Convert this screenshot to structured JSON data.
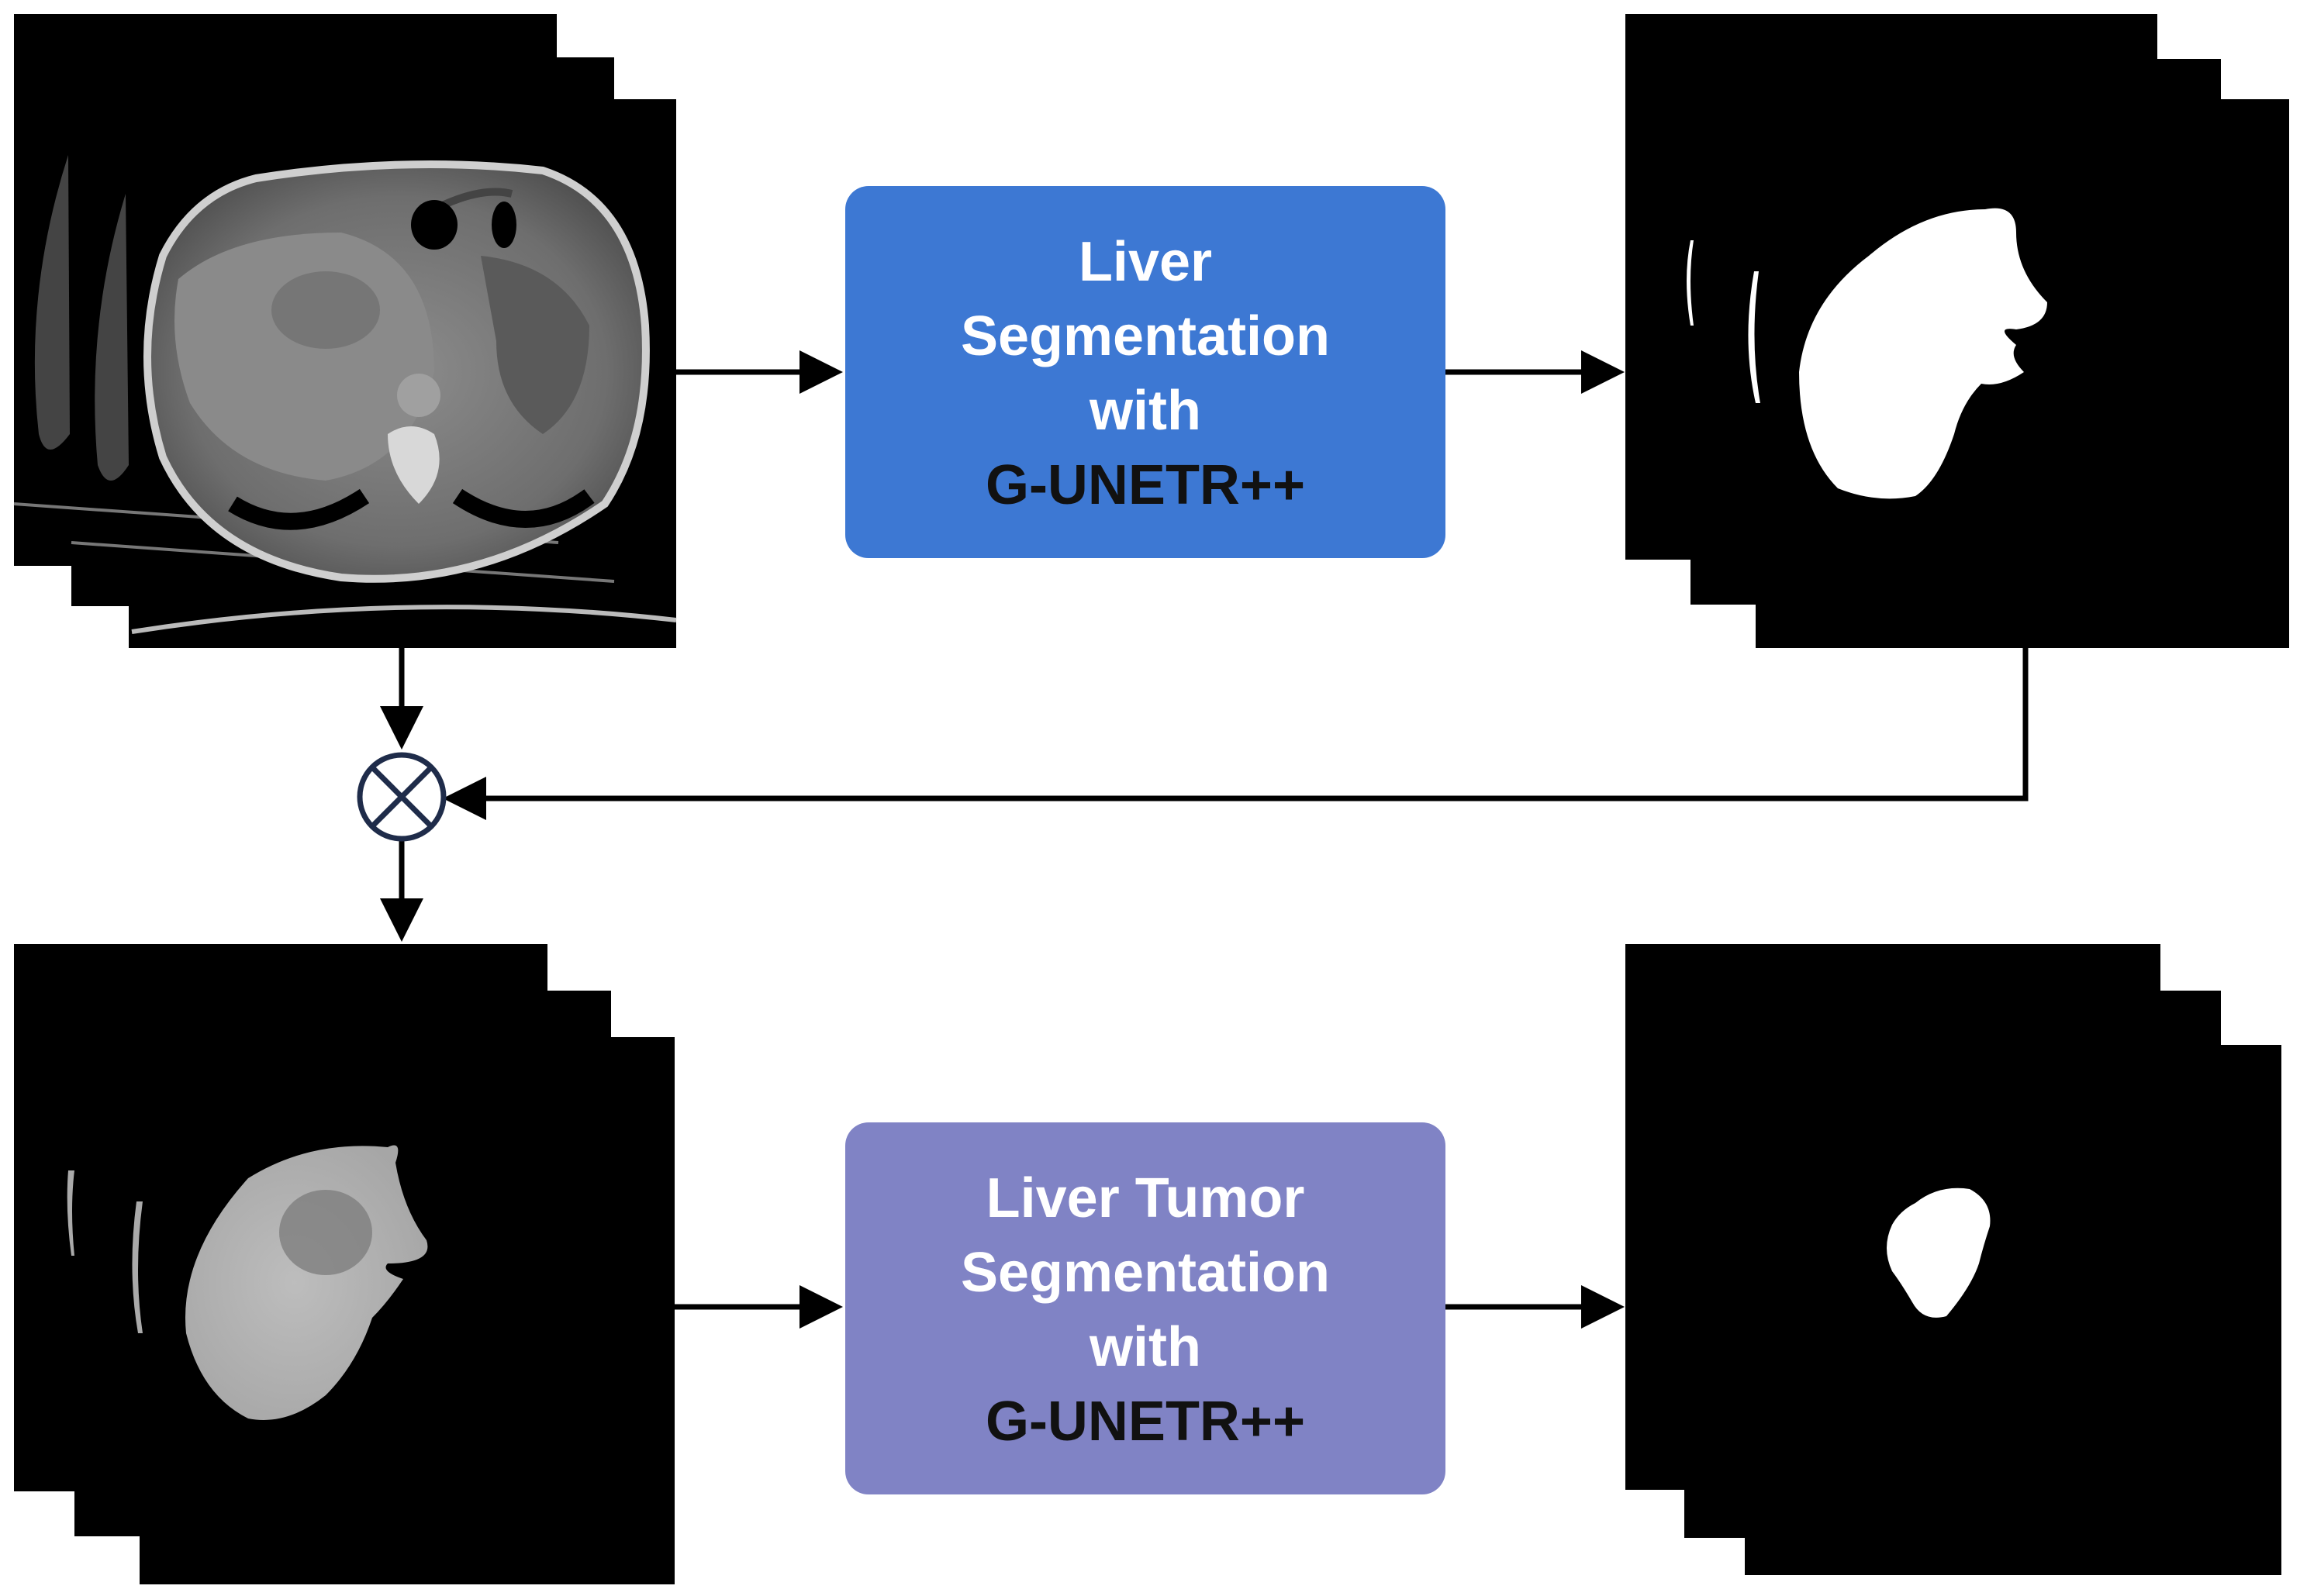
{
  "stage1": {
    "line1": "Liver",
    "line2": "Segmentation",
    "line3": "with",
    "model": "G-UNETR++",
    "box_color": "#3d78d3",
    "text_color": "#ffffff",
    "model_color": "#111111"
  },
  "stage2": {
    "line1": "Liver Tumor",
    "line2": "Segmentation",
    "line3": "with",
    "model": "G-UNETR++",
    "box_color": "#8083c5",
    "text_color": "#ffffff",
    "model_color": "#111111"
  },
  "operator": {
    "symbol": "multiply-circle-icon",
    "color": "#1f2c4a"
  },
  "colors": {
    "slice_bg": "#000000",
    "arrow": "#000000",
    "mask": "#ffffff"
  }
}
